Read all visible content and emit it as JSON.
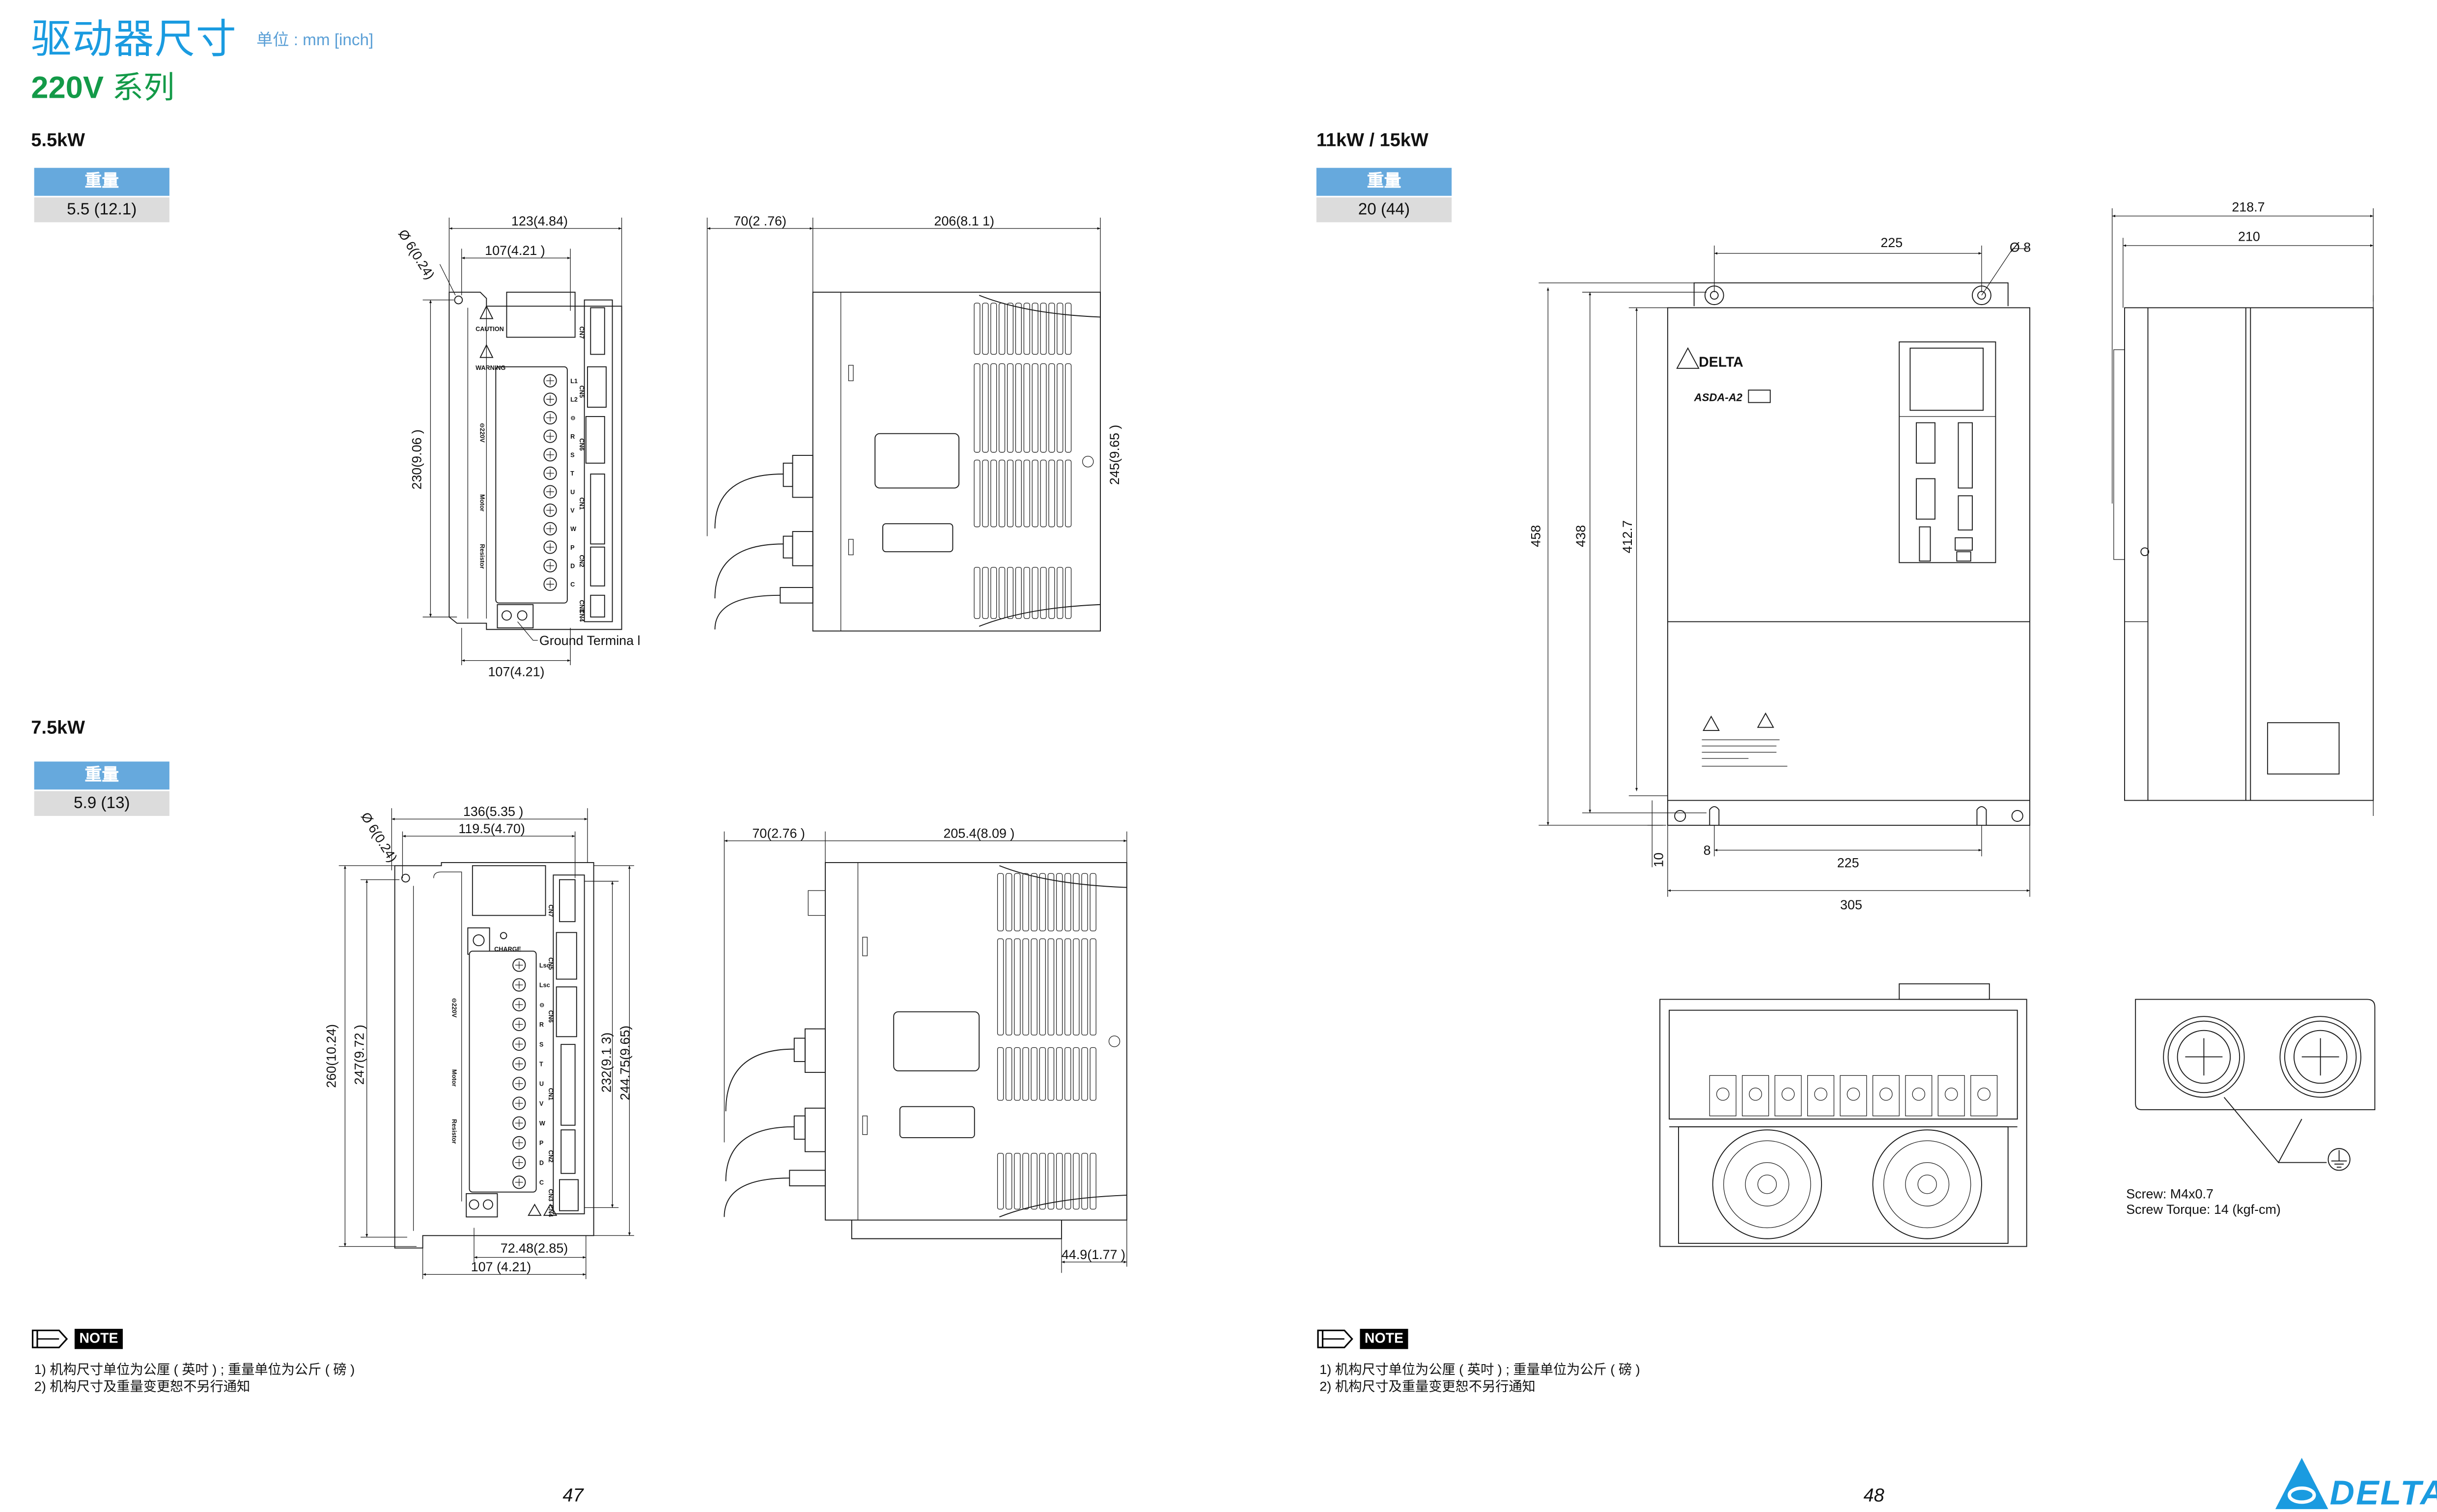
{
  "header": {
    "title": "驱动器尺寸",
    "unit": "单位 : mm [inch]",
    "series_num": "220V",
    "series_suffix": " 系列"
  },
  "models": [
    {
      "name": "5.5kW",
      "weight_header": "重量",
      "weight": "5.5 (12.1)"
    },
    {
      "name": "7.5kW",
      "weight_header": "重量",
      "weight": "5.9 (13)"
    },
    {
      "name": "11kW / 15kW",
      "weight_header": "重量",
      "weight": "20 (44)"
    }
  ],
  "dims_5_5": {
    "width_outer": "123(4.84)",
    "width_mount": "107(4.21 )",
    "hole": "Ø 6(0.24)",
    "height_mount": "230(9.06 )",
    "width_bottom": "107(4.21)",
    "depth_cable": "70(2 .76)",
    "depth": "206(8.1 1)",
    "height": "245(9.65 )",
    "ground": "Ground  Termina l"
  },
  "dims_7_5": {
    "width_outer": "136(5.35 )",
    "width_mount": "119.5(4.70)",
    "hole": "Ø 6(0.24)",
    "height_total": "260(10.24)",
    "height_mount": "247(9.72 )",
    "height_inner": "232(9.1 3)",
    "height_body": "244.75(9.65)",
    "offset": "72.48(2.85)",
    "width_bottom": "107 (4.21)",
    "depth_cable": "70(2.76 )",
    "depth": "205.4(8.09 )",
    "foot": "44.9(1.77 )"
  },
  "dims_11_15": {
    "hole_pitch_top": "225",
    "hole": "Ø 8",
    "height_total": "458",
    "height_mount": "438",
    "height_body": "412.7",
    "bottom_offset": "10",
    "slot": "8",
    "hole_pitch_bottom": "225",
    "width": "305",
    "depth_total": "218.7",
    "depth": "210"
  },
  "device_labels": {
    "terminals_5_5": [
      "L1",
      "L2",
      "⊖",
      "R",
      "S",
      "T",
      "U",
      "V",
      "W",
      "P",
      "D",
      "C"
    ],
    "terminals_7_5": [
      "Lsc",
      "Lsc",
      "⊖",
      "R",
      "S",
      "T",
      "U",
      "V",
      "W",
      "P",
      "D",
      "C"
    ],
    "connectors": [
      "CN7",
      "CN5",
      "CN6",
      "CN1",
      "CN2",
      "CN3",
      "CN4"
    ],
    "groups": [
      "⊖220V",
      "Motor",
      "Resistor"
    ],
    "caution": "CAUTION",
    "warning": "WARNING",
    "charge": "CHARGE",
    "delta_front": "DELTA",
    "series_front": "ASDA-A2"
  },
  "screw": {
    "spec": "Screw: M4x0.7",
    "torque": "Screw Torque: 14 (kgf-cm)"
  },
  "notes": {
    "label": "NOTE",
    "lines": [
      "1) 机构尺寸单位为公厘 ( 英吋 ) ; 重量单位为公斤 ( 磅 )",
      "2) 机构尺寸及重量变更恕不另行通知"
    ]
  },
  "pages": [
    "47",
    "48"
  ],
  "brand": "DELTA",
  "colors": {
    "title": "#1a9be0",
    "series": "#139a48",
    "table_header": "#66a9dd",
    "table_value": "#dcdcdc",
    "brand": "#1a9be0"
  }
}
